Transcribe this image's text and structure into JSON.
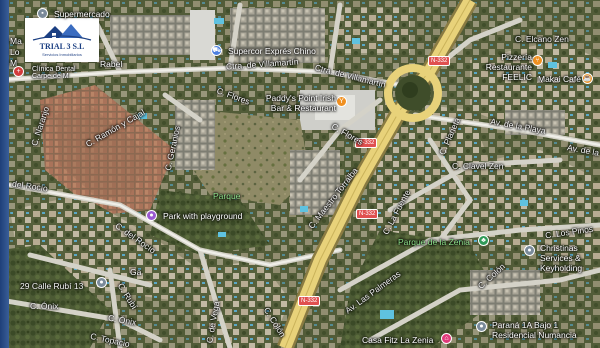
{
  "logo": {
    "name": "TRIAL 3 S.L",
    "tagline": "Servicios Inmobiliarios"
  },
  "colors": {
    "logo_blue": "#1b3f82",
    "poi_blue": "#4b7fe0",
    "poi_orange": "#f09020",
    "poi_purple": "#9a5ad0",
    "poi_green": "#2f9a58",
    "poi_pink": "#e0397a",
    "road_highlight": "#e8d27a"
  },
  "edge_labels": {
    "m1": "Ma",
    "m2": "Lo",
    "m3": "M"
  },
  "shields": {
    "n332_a": "N-332",
    "n332_b": "N-332",
    "n332_c": "N-332",
    "n332_d": "N-332"
  },
  "streets": {
    "villamartin_1": "Ctra. de Villamartín",
    "villamartin_2": "Ctra. de Villamartín",
    "flores_1": "C. Flores",
    "flores_2": "C. Flores",
    "ramon_cajal": "C. Ramón y Cajal",
    "naranjo": "C. Naranjo",
    "geranios": "C. Geranios",
    "del_rocio_1": "del Rocío",
    "del_rocio_2": "C. del Rocío",
    "maestro_torralba": "C. Maestro Torralba",
    "la_fuente": "C. La Fuente",
    "clavel_zen": "C. Clavel Zen",
    "planeta": "C. Planeta",
    "av_playa_1": "Av. de la Playa",
    "av_playa_2": "Av. de la",
    "elcano_zen": "C. Elcano Zen",
    "los_pinos": "C. Los Pinos",
    "calle_rubi": "29 Calle Rubí 13",
    "c_rubi": "C. Rubí",
    "onix_1": "C. Ónix",
    "onix_2": "C. Ónix",
    "topacio": "C. Topacio",
    "vega": "C. de Vega",
    "colon_1": "C. Colón",
    "colon_2": "C. Colón",
    "palmeras": "Av. Las Palmeras"
  },
  "pois": {
    "supermercado": "Supermercado",
    "supercor": "Supercor Exprés Chino",
    "clinica": "Clínica Dental Carpe de M",
    "rabel": "Rabel",
    "paddys": "Paddy's Point Irish Bar & Restaurant",
    "pizzeria": "Pizzería Restaurante FEELIC",
    "makai": "Makai Café",
    "parque": "Parque",
    "park_playground": "Park with playground",
    "parque_zenia": "Parque de la Zenia",
    "christinas": "Christinas Services & Keyholding",
    "parana": "Paraná 1A Bajo 1 Residencial Numancia",
    "casa_fitz": "Casa Fitz La Zenia",
    "gasolinera": "Ga"
  }
}
